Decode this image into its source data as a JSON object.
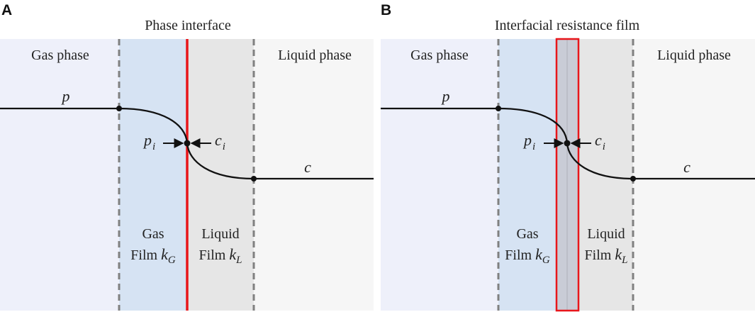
{
  "panels": [
    {
      "letter": "A",
      "title": "Phase interface",
      "gas_phase": "Gas phase",
      "liquid_phase": "Liquid phase",
      "p": "p",
      "c": "c",
      "pi_main": "p",
      "pi_sub": "i",
      "ci_main": "c",
      "ci_sub": "i",
      "gas_film_line1": "Gas",
      "gas_film_line2": "Film",
      "kG_main": "k",
      "kG_sub": "G",
      "liquid_film_line1": "Liquid",
      "liquid_film_line2": "Film",
      "kL_main": "k",
      "kL_sub": "L"
    },
    {
      "letter": "B",
      "title": "Interfacial resistance film",
      "gas_phase": "Gas phase",
      "liquid_phase": "Liquid phase",
      "p": "p",
      "c": "c",
      "pi_main": "p",
      "pi_sub": "i",
      "ci_main": "c",
      "ci_sub": "i",
      "gas_film_line1": "Gas",
      "gas_film_line2": "Film",
      "kG_main": "k",
      "kG_sub": "G",
      "liquid_film_line1": "Liquid",
      "liquid_film_line2": "Film",
      "kL_main": "k",
      "kL_sub": "L"
    }
  ],
  "colors": {
    "gas_phase_bg": "#eef0fa",
    "gas_film_bg": "#d6e3f3",
    "liquid_film_bg": "#e6e6e6",
    "liquid_phase_bg": "#f6f6f6",
    "resistance_film_bg": "#c9ccd6",
    "interface_red": "#e8161b",
    "dashed_gray": "#808080",
    "curve": "#111111"
  }
}
